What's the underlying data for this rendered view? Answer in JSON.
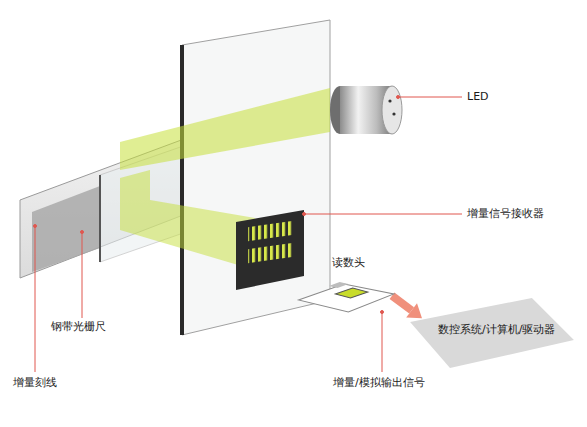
{
  "diagram": {
    "nodes": [
      {
        "text": [
          "读数头"
        ]
      },
      {
        "text": [
          "数控系统/计算机/驱动器"
        ]
      }
    ],
    "edges": [
      {
        "from": 0,
        "to": 1,
        "arrow": "to"
      }
    ],
    "labels": [
      "LED",
      "增量信号接收器",
      "钢带光栅尺",
      "增量/模拟输出信号",
      "增量刻线"
    ]
  }
}
